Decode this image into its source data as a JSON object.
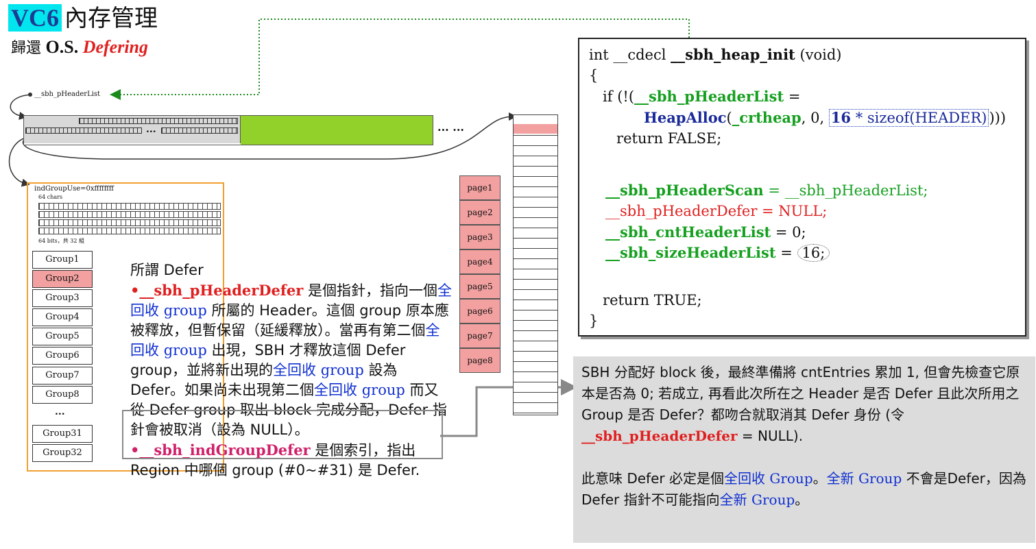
{
  "header": {
    "title_highlight": "VC6",
    "title_rest": "內存管理",
    "subtitle_prefix": "歸還",
    "subtitle_os": "O.S.",
    "subtitle_italic": "Defering"
  },
  "diagram": {
    "header_list_label": "__sbh_pHeaderList",
    "band_ellipsis": "... ...",
    "band_inner_ellipsis": "...",
    "ind_group_use": "indGroupUse=0xffffffff",
    "chars_label": "64 chars",
    "bits_label": "64 bits，共 32 組",
    "groups": [
      "Group1",
      "Group2",
      "Group3",
      "Group4",
      "Group5",
      "Group6",
      "Group7",
      "Group8",
      "...",
      "Group31",
      "Group32"
    ],
    "pages": [
      "page1",
      "page2",
      "page3",
      "page4",
      "page5",
      "page6",
      "page7",
      "page8"
    ]
  },
  "description": {
    "heading": "所謂 Defer",
    "bullet1_var": "•__sbh_pHeaderDefer",
    "bullet1_a": " 是個指針，指向一個",
    "full_recycle": "全回收",
    "group_word": "group",
    "bullet1_b": " 所屬的 Header。這個 group 原本應被釋放，但暫保留（延緩釋放）。當再有第二個",
    "bullet1_c": " 出現，SBH 才釋放這個 Defer group，並將新出現的",
    "bullet1_d": " 設為 Defer。如果尚未出現第二個",
    "bullet1_e": " 而又從 Defer group 取出 block 完成分配，Defer 指針會被取消（設為 NULL）。",
    "bullet2_var": "•__sbh_indGroupDefer",
    "bullet2_text": " 是個索引，指出 Region 中哪個 group (#0~#31) 是 Defer."
  },
  "code": {
    "line1_a": "int __cdecl ",
    "line1_fn": "__sbh_heap_init",
    "line1_b": " (void)",
    "line2": "{",
    "line3_a": "   if (!(",
    "line3_var": "__sbh_pHeaderList",
    "line3_b": " =",
    "line4_fn": "HeapAlloc",
    "line4_a": "(",
    "line4_arg": "_crtheap",
    "line4_b": ", 0, ",
    "line4_num": "16",
    "line4_c": " * sizeof(HEADER)",
    "line4_d": ")))",
    "line5": "      return FALSE;",
    "line7_var": "__sbh_pHeaderScan",
    "line7_rest": " = __sbh_pHeaderList;",
    "line8": "__sbh_pHeaderDefer = NULL;",
    "line9_var": "__sbh_cntHeaderList",
    "line9_rest": " = 0;",
    "line10_var": "__sbh_sizeHeaderList",
    "line10_a": " = ",
    "line10_val": "16;",
    "line12": "   return TRUE;",
    "line13": "}"
  },
  "note": {
    "p1_a": "SBH 分配好 block 後，最終準備將 cntEntries 累加 1, 但會先檢查它原本是否為 0; 若成立, 再看此次所在之 Header 是否 Defer 且此次所用之 Group 是否 Defer？都吻合就取消其 Defer 身份 (令 ",
    "p1_var": "__sbh_pHeaderDefer",
    "p1_b": " = NULL).",
    "p2_a": "此意味 Defer 必定是個",
    "p2_full": "全回收",
    "p2_group": " Group",
    "p2_b": "。",
    "p2_new": "全新",
    "p2_c": " 不會是Defer，因為 Defer 指針不可能指向",
    "p2_d": "。"
  },
  "colors": {
    "highlight_cyan": "#00e5ee",
    "red": "#e02020",
    "green_code": "#16a020",
    "navy_code": "#1a2a9a",
    "blue_text": "#1030d0",
    "band_green": "#92d02a",
    "pink": "#f2a0a0",
    "orange": "#f0a030"
  }
}
